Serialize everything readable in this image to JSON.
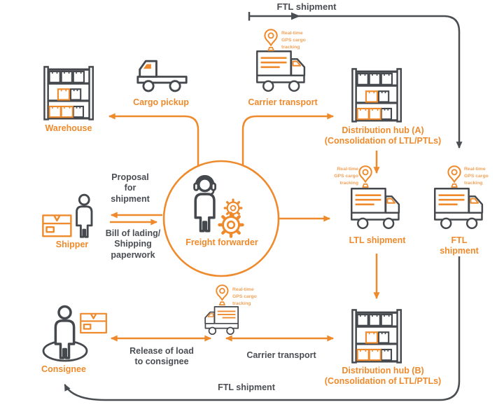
{
  "colors": {
    "orange": "#EE8A2B",
    "dark": "#4A4D52",
    "gps_text_orange": "#F2A157"
  },
  "labels": {
    "ftl_top": "FTL shipment",
    "warehouse": "Warehouse",
    "cargo_pickup": "Cargo pickup",
    "carrier_transport_top": "Carrier transport",
    "hub_a": "Distribution hub (A)\n(Consolidation of LTL/PTLs)",
    "proposal": "Proposal\nfor\nshipment",
    "bill_of_lading": "Bill of lading/\nShipping\npaperwork",
    "shipper": "Shipper",
    "freight_forwarder": "Freight forwarder",
    "ltl_shipment": "LTL shipment",
    "ftl_shipment_right": "FTL shipment",
    "consignee": "Consignee",
    "release_of_load": "Release of load\nto consignee",
    "carrier_transport_bottom": "Carrier transport",
    "hub_b": "Distribution hub (B)\n(Consolidation of LTL/PTLs)",
    "ftl_bottom": "FTL shipment",
    "gps_note": "Real-time\nGPS cargo\ntracking"
  }
}
